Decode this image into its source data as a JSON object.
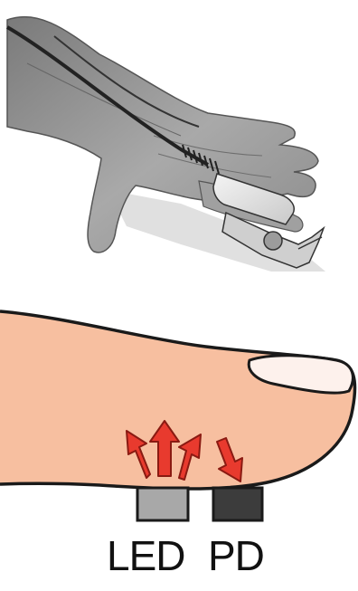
{
  "labels": {
    "led": "LED",
    "pd": "PD"
  },
  "colors": {
    "skin": "#F7BFA0",
    "nail": "#FDF1EC",
    "outline": "#1A1A1A",
    "arrow_fill": "#E83A2E",
    "arrow_stroke": "#8A1A12",
    "led_block": "#A8A8A8",
    "pd_block": "#3C3C3C",
    "photo_tone": "#9A9A9A"
  },
  "icons": {
    "top": "hand-with-finger-clip-sensor",
    "bottom": "fingertip-cross-section"
  }
}
